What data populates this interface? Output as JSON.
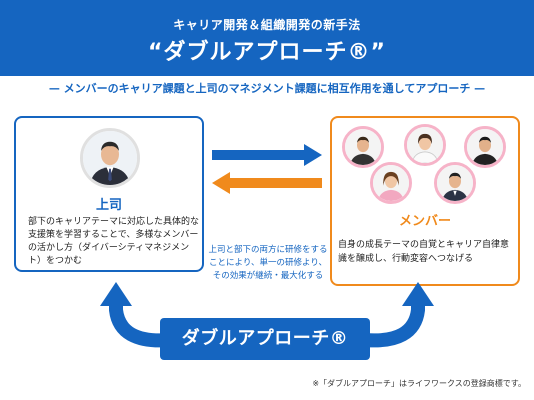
{
  "header": {
    "subtitle": "キャリア開発＆組織開発の新手法",
    "title": "“ダブルアプローチ®”"
  },
  "tagline": "— メンバーのキャリア課題と上司のマネジメント課題に相互作用を通してアプローチ —",
  "boss": {
    "title": "上司",
    "description": "部下のキャリアテーマに対応した具体的な支援策を学習することで、多様なメンバーの活かし方（ダイバーシティマネジメント）をつかむ"
  },
  "member": {
    "title": "メンバー",
    "description": "自身の成長テーマの自覚とキャリア自律意識を醸成し、行動変容へつなげる"
  },
  "center_text": "上司と部下の両方に研修をすることにより、単一の研修より、その効果が継続・最大化する",
  "badge": "ダブルアプローチ®",
  "footnote": "※「ダブルアプローチ」はライフワークスの登録商標です。",
  "colors": {
    "primary_blue": "#1565c0",
    "accent_orange": "#f08a1c"
  },
  "icons": [
    "boss-avatar-icon",
    "member-avatar-icon",
    "arrow-right-icon",
    "arrow-left-icon",
    "curved-arrow-icon"
  ]
}
